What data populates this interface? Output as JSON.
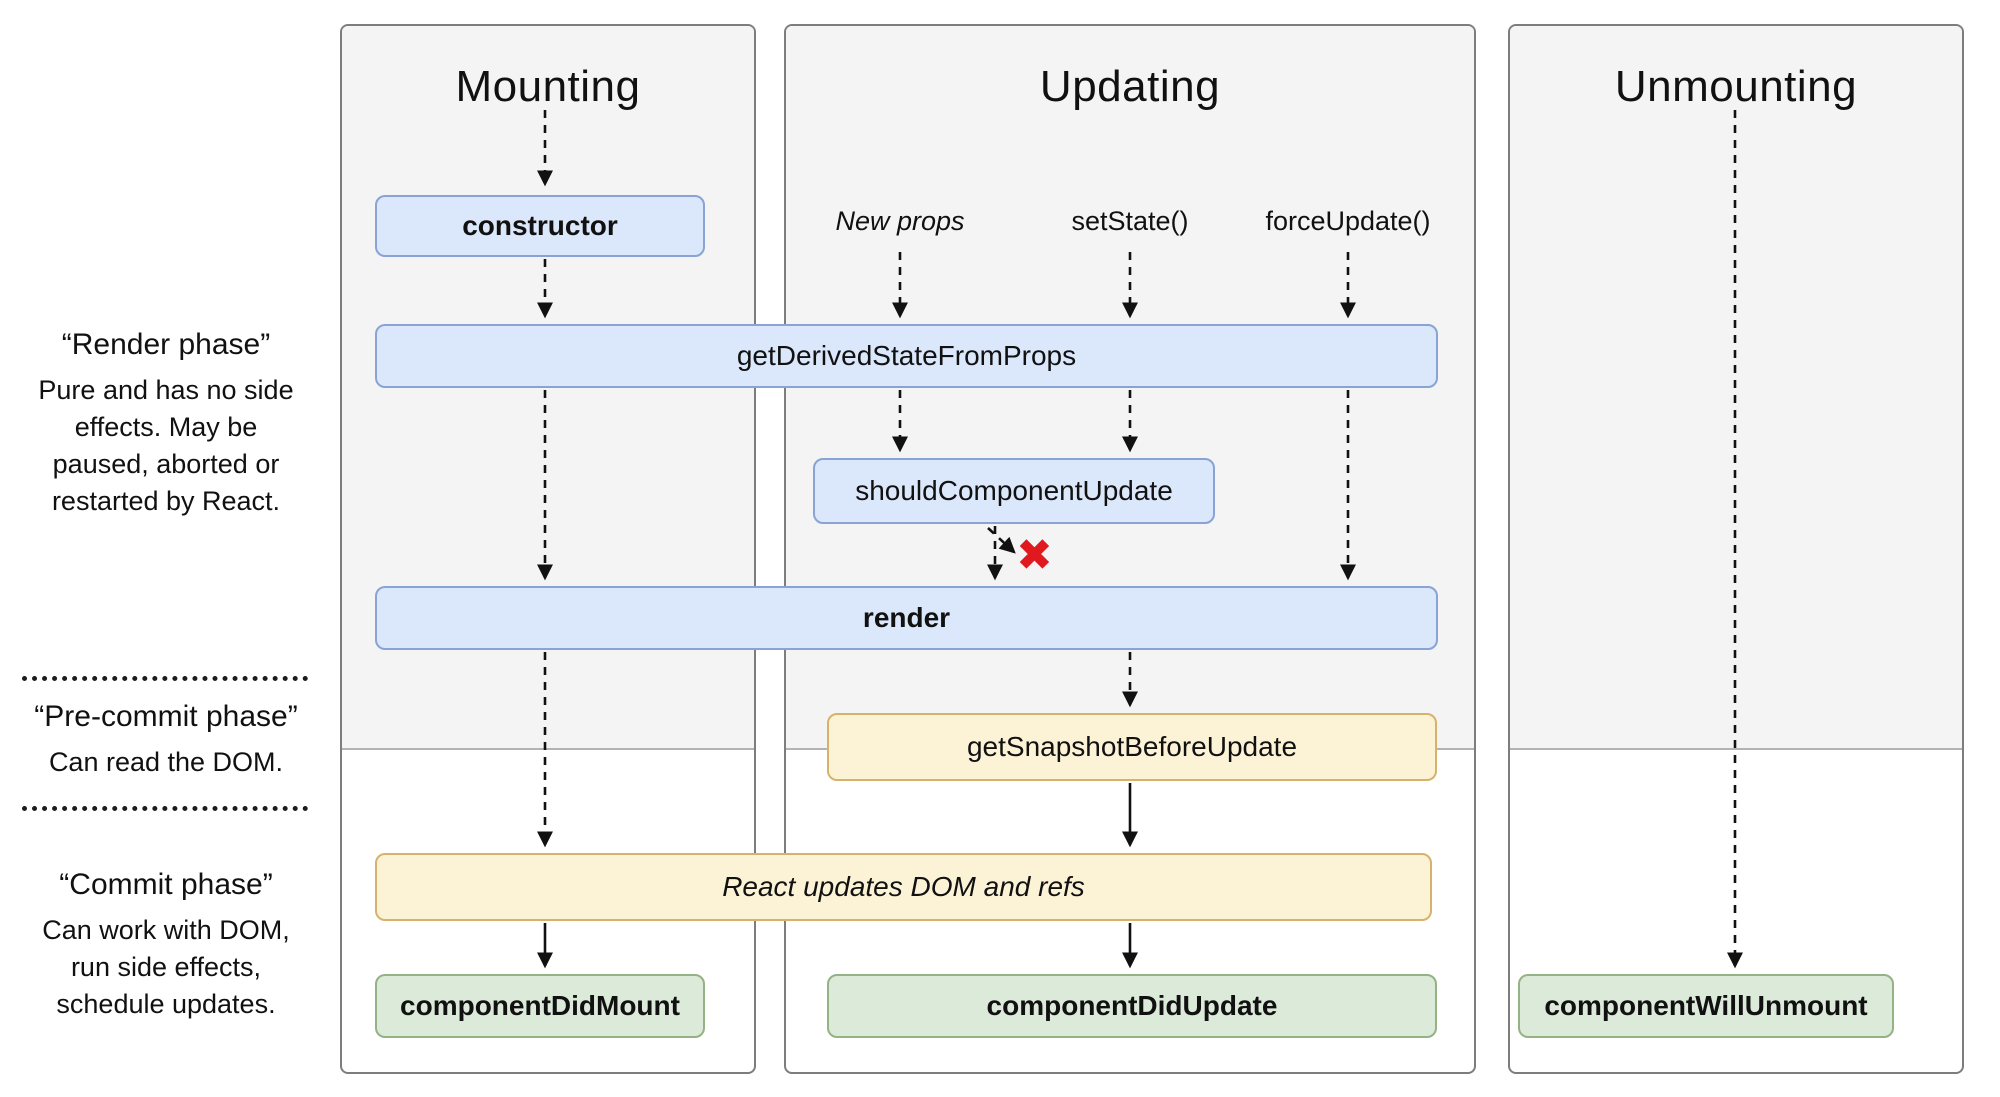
{
  "columns": [
    {
      "id": "mounting",
      "title": "Mounting"
    },
    {
      "id": "updating",
      "title": "Updating"
    },
    {
      "id": "unmounting",
      "title": "Unmounting"
    }
  ],
  "triggers": [
    {
      "label": "New props"
    },
    {
      "label": "setState()"
    },
    {
      "label": "forceUpdate()"
    }
  ],
  "phases": [
    {
      "title": "“Render phase”",
      "description": "Pure and has no side effects. May be paused, aborted or restarted by React."
    },
    {
      "title": "“Pre-commit phase”",
      "description": "Can read the DOM."
    },
    {
      "title": "“Commit phase”",
      "description": "Can work with DOM, run side effects, schedule updates."
    }
  ],
  "boxes": {
    "constructor": {
      "label": "constructor",
      "color": "blue",
      "emphasis": "bold"
    },
    "getDerivedStateFromProps": {
      "label": "getDerivedStateFromProps",
      "color": "blue",
      "emphasis": "none"
    },
    "shouldComponentUpdate": {
      "label": "shouldComponentUpdate",
      "color": "blue",
      "emphasis": "none"
    },
    "render": {
      "label": "render",
      "color": "blue",
      "emphasis": "bold"
    },
    "getSnapshotBeforeUpdate": {
      "label": "getSnapshotBeforeUpdate",
      "color": "yellow",
      "emphasis": "none"
    },
    "reactUpdates": {
      "label": "React updates DOM and refs",
      "color": "yellow",
      "emphasis": "italic"
    },
    "componentDidMount": {
      "label": "componentDidMount",
      "color": "green",
      "emphasis": "bold"
    },
    "componentDidUpdate": {
      "label": "componentDidUpdate",
      "color": "green",
      "emphasis": "bold"
    },
    "componentWillUnmount": {
      "label": "componentWillUnmount",
      "color": "green",
      "emphasis": "bold"
    }
  },
  "markers": {
    "skip_update_x": "✖"
  },
  "colors": {
    "node_blue_fill": "#dbe7fa",
    "node_blue_border": "#89a3d4",
    "node_yellow_fill": "#fcf3d7",
    "node_yellow_border": "#d6b36b",
    "node_green_fill": "#dceada",
    "node_green_border": "#94b284",
    "column_bg": "#f4f4f5",
    "column_border": "#7d7d7d",
    "phase_divider": "#b3b3b3",
    "arrow": "#111111",
    "skip_x_red": "#e0191f"
  }
}
